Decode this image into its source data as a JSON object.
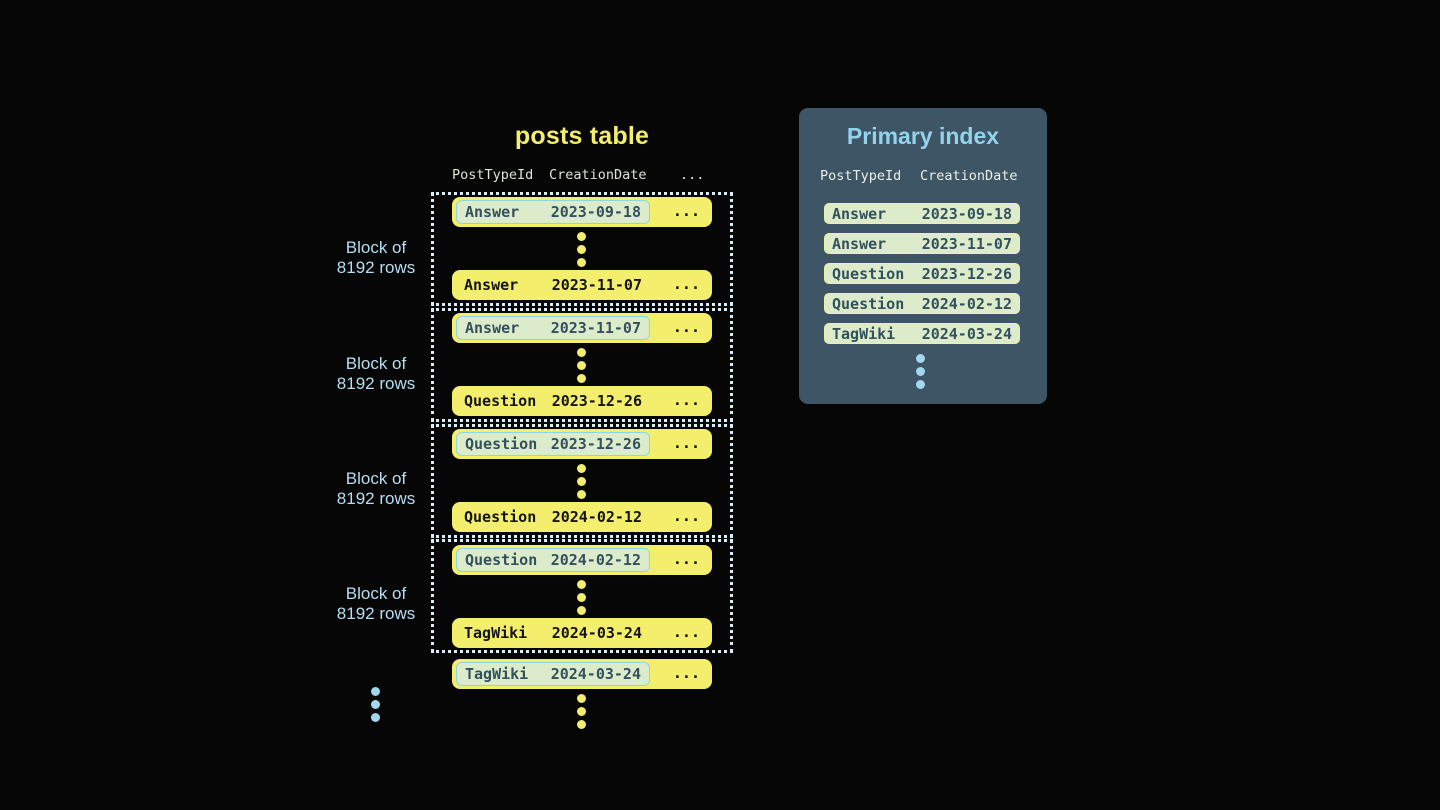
{
  "posts_table": {
    "title": "posts table",
    "headers": {
      "post_type_id": "PostTypeId",
      "creation_date": "CreationDate",
      "more_columns": "..."
    },
    "row_ellipsis": "...",
    "block_label": {
      "line1": "Block of",
      "line2": "8192 rows"
    },
    "blocks": [
      {
        "first_row": {
          "post_type": "Answer",
          "creation_date": "2023-09-18"
        },
        "last_row": {
          "post_type": "Answer",
          "creation_date": "2023-11-07"
        }
      },
      {
        "first_row": {
          "post_type": "Answer",
          "creation_date": "2023-11-07"
        },
        "last_row": {
          "post_type": "Question",
          "creation_date": "2023-12-26"
        }
      },
      {
        "first_row": {
          "post_type": "Question",
          "creation_date": "2023-12-26"
        },
        "last_row": {
          "post_type": "Question",
          "creation_date": "2024-02-12"
        }
      },
      {
        "first_row": {
          "post_type": "Question",
          "creation_date": "2024-02-12"
        },
        "last_row": {
          "post_type": "TagWiki",
          "creation_date": "2024-03-24"
        }
      }
    ],
    "overflow_row": {
      "post_type": "TagWiki",
      "creation_date": "2024-03-24"
    }
  },
  "primary_index": {
    "title": "Primary index",
    "headers": {
      "post_type_id": "PostTypeId",
      "creation_date": "CreationDate"
    },
    "rows": [
      {
        "post_type": "Answer",
        "creation_date": "2023-09-18"
      },
      {
        "post_type": "Answer",
        "creation_date": "2023-11-07"
      },
      {
        "post_type": "Question",
        "creation_date": "2023-12-26"
      },
      {
        "post_type": "Question",
        "creation_date": "2024-02-12"
      },
      {
        "post_type": "TagWiki",
        "creation_date": "2024-03-24"
      }
    ]
  },
  "colors": {
    "background": "#060606",
    "yellow": "#f3ef6d",
    "mint": "#dcecca",
    "cyan-border": "#8ad6e8",
    "pale-yellow-border": "#eff0a0",
    "panel-bg": "#3d5565",
    "panel-title": "#93d3ec",
    "label-blue": "#b5def2",
    "dot-blue": "#a3d7ee",
    "header-text": "#dce4d8",
    "panel-header-text": "#e9efe8",
    "dark-slate-text": "#33505e",
    "dark-text": "#141414",
    "dotted-border": "#d9eef6"
  }
}
